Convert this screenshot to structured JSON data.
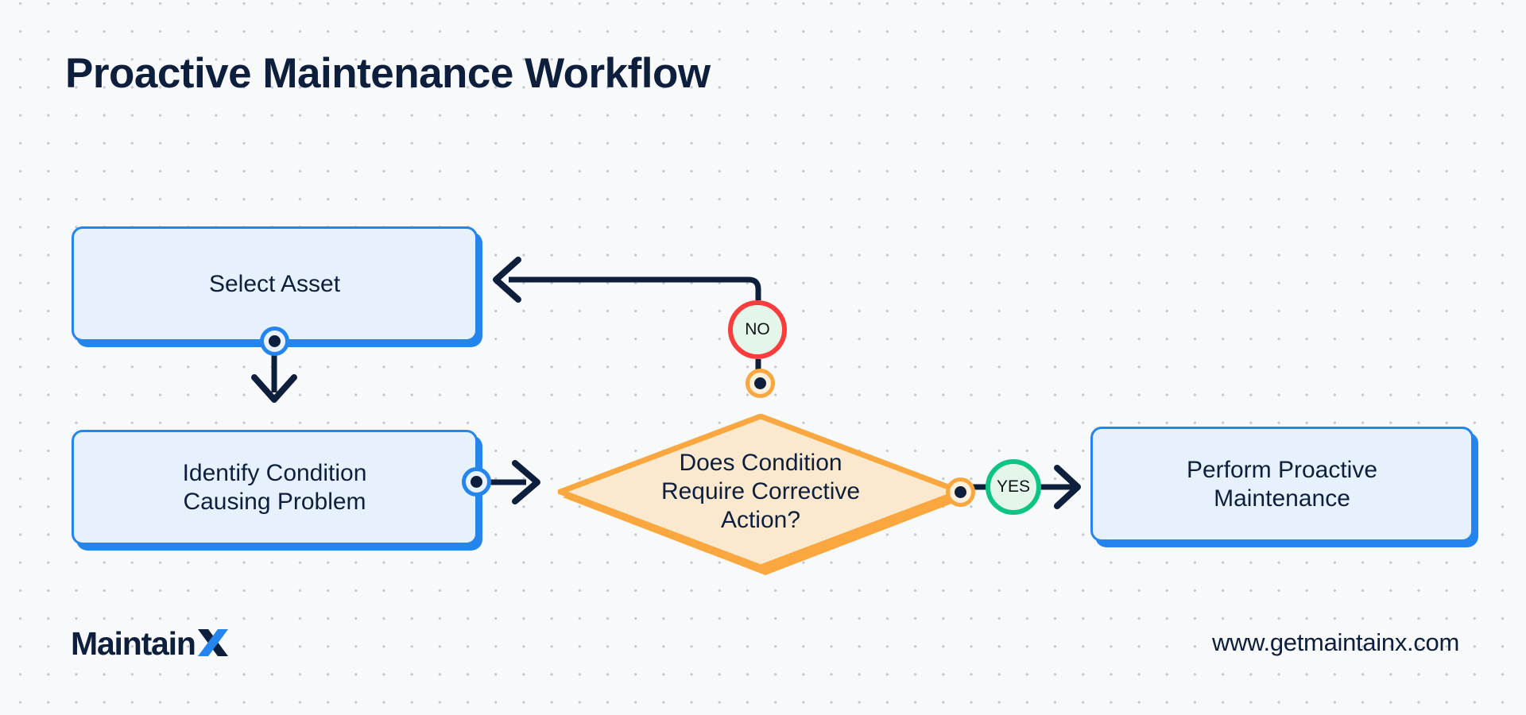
{
  "page": {
    "title": "Proactive Maintenance Workflow",
    "background_color": "#f8f9fb",
    "dot_grid_color": "#c7cad0"
  },
  "colors": {
    "navy": "#0d1f3c",
    "blue": "#2485ef",
    "blue_fill": "#e6f1fd",
    "orange": "#f9a73e",
    "orange_fill": "#fbe9cf",
    "red": "#fa3c3c",
    "green": "#0cc483",
    "badge_fill": "#e4f6ea"
  },
  "flow": {
    "nodes": [
      {
        "id": "select-asset",
        "type": "process",
        "label": "Select Asset"
      },
      {
        "id": "identify-condition",
        "type": "process",
        "label": "Identify Condition\nCausing Problem"
      },
      {
        "id": "decision",
        "type": "decision",
        "label": "Does Condition\nRequire Corrective\nAction?"
      },
      {
        "id": "perform-maintenance",
        "type": "process",
        "label": "Perform Proactive\nMaintenance"
      }
    ],
    "branches": [
      {
        "id": "no",
        "label": "NO",
        "from": "decision",
        "to": "select-asset",
        "color": "#fa3c3c"
      },
      {
        "id": "yes",
        "label": "YES",
        "from": "decision",
        "to": "perform-maintenance",
        "color": "#0cc483"
      }
    ],
    "edges": [
      {
        "from": "select-asset",
        "to": "identify-condition",
        "direction": "down"
      },
      {
        "from": "identify-condition",
        "to": "decision",
        "direction": "right"
      },
      {
        "from": "decision",
        "to": "perform-maintenance",
        "direction": "right",
        "branch": "YES"
      },
      {
        "from": "decision",
        "to": "select-asset",
        "direction": "up-left",
        "branch": "NO"
      }
    ]
  },
  "footer": {
    "brand_name": "Maintain",
    "brand_mark": "X",
    "url": "www.getmaintainx.com"
  }
}
